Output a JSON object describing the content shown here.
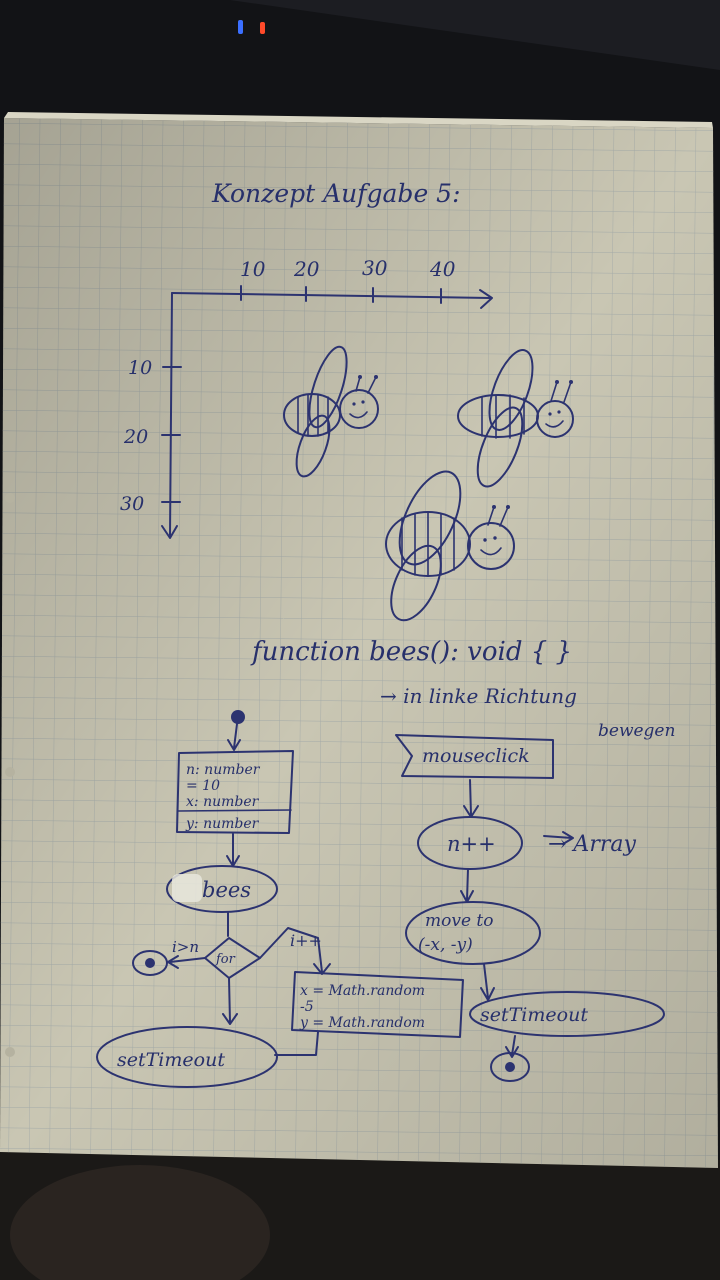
{
  "page": {
    "title": "Konzept Aufgabe 5:",
    "function_signature": "function bees(): void { }",
    "note_arrow": "→ in linke Richtung",
    "note_arrow_line2": "bewegen"
  },
  "axes": {
    "x_ticks": [
      "10",
      "20",
      "30",
      "40"
    ],
    "y_ticks": [
      "10",
      "20",
      "30"
    ]
  },
  "flow_left": {
    "vars_line1": "n: number",
    "vars_line2": "= 10",
    "vars_line3": "x: number",
    "vars_line4": "y: number",
    "bees_label": "bees",
    "loop_condition": "i>n",
    "loop_label": "for",
    "loop_increment": "i++",
    "assign_line1": "x = Math.random",
    "assign_line2": "-5",
    "assign_line3": "y = Math.random",
    "timeout_label": "setTimeout"
  },
  "flow_right": {
    "event_label": "mouseclick",
    "increment_label": "n++",
    "increment_note": "→ Array",
    "move_line1": "move to",
    "move_line2": "(-x, -y)",
    "timeout_label": "setTimeout"
  },
  "colors": {
    "paper": "#c9c6b3",
    "grid": "#a9b0ad",
    "ink": "#2c3370",
    "background": "#121316"
  }
}
